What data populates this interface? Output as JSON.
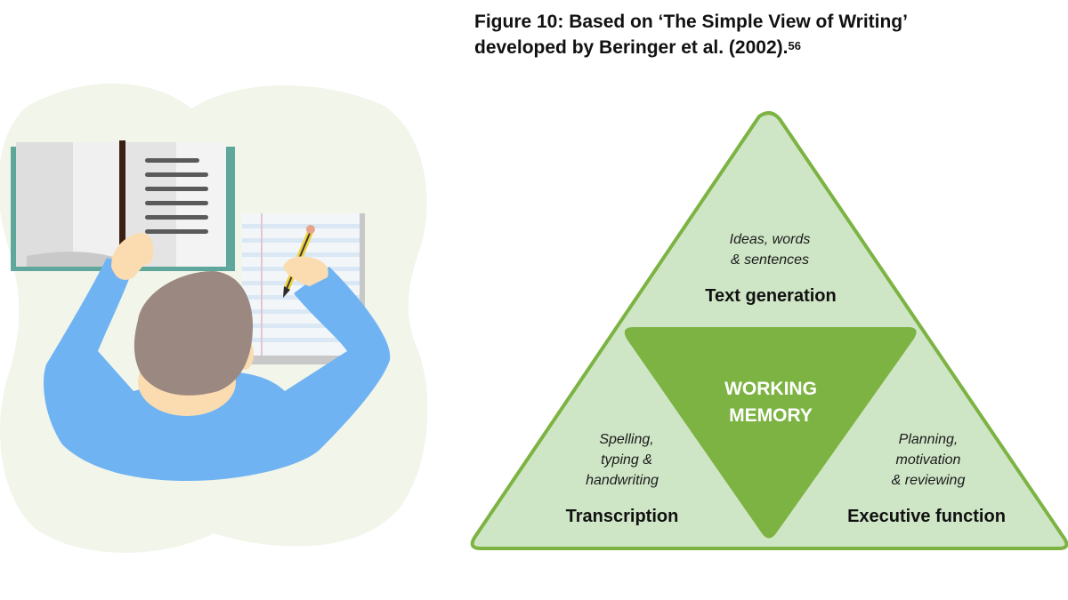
{
  "figure": {
    "title_line1": "Figure 10: Based on ‘The Simple View of Writing’",
    "title_line2": "developed by Beringer et al. (2002).",
    "footnote": "56"
  },
  "diagram": {
    "center": {
      "line1": "WORKING",
      "line2": "MEMORY"
    },
    "top": {
      "desc_line1": "Ideas, words",
      "desc_line2": "&  sentences",
      "label": "Text generation"
    },
    "left": {
      "desc_line1": "Spelling,",
      "desc_line2": "typing &",
      "desc_line3": "handwriting",
      "label": "Transcription"
    },
    "right": {
      "desc_line1": "Planning,",
      "desc_line2": "motivation",
      "desc_line3": "& reviewing",
      "label": "Executive function"
    }
  },
  "colors": {
    "outer_fill": "#cfe6c6",
    "outer_stroke": "#7cb342",
    "inner_fill": "#7cb342",
    "blob": "#f1f5ea",
    "shirt": "#6fb3f2",
    "hair": "#9b8880",
    "skin": "#fbdcb0"
  }
}
